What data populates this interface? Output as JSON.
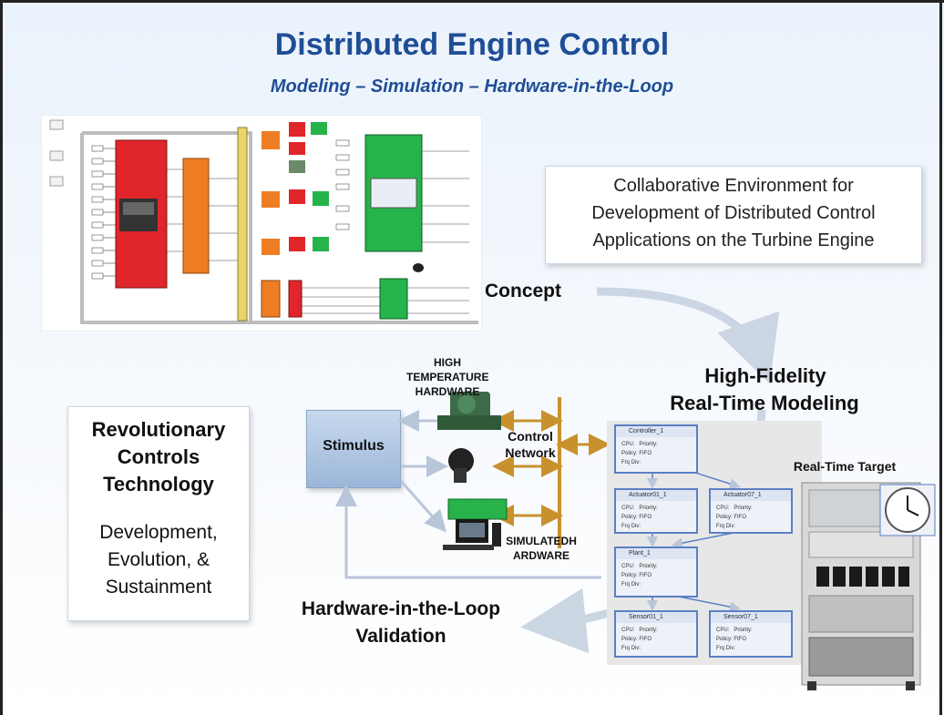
{
  "title": "Distributed Engine Control",
  "subtitle": "Modeling – Simulation – Hardware-in-the-Loop",
  "collab_box": {
    "lines": [
      "Collaborative Environment for",
      "Development of Distributed Control",
      "Applications on the Turbine Engine"
    ]
  },
  "labels": {
    "concept": "Concept",
    "hifi_line1": "High-Fidelity",
    "hifi_line2": "Real-Time Modeling",
    "high_temp_line1": "HIGH",
    "high_temp_line2": "TEMPERATURE",
    "high_temp_line3": "HARDWARE",
    "stimulus": "Stimulus",
    "control_network_line1": "Control",
    "control_network_line2": "Network",
    "simulated_line1": "SIMULATEDH",
    "simulated_line2": "ARDWARE",
    "real_time_target": "Real-Time Target",
    "hil_line1": "Hardware-in-the-Loop",
    "hil_line2": "Validation"
  },
  "revo_box": {
    "heading": [
      "Revolutionary",
      "Controls",
      "Technology"
    ],
    "sub": [
      "Development,",
      "Evolution, &",
      "Sustainment"
    ]
  },
  "tasks": [
    {
      "name": "Controller_1"
    },
    {
      "name": "Actuator01_1"
    },
    {
      "name": "Actuator07_1"
    },
    {
      "name": "Plant_1"
    },
    {
      "name": "Sensor01_1"
    },
    {
      "name": "Sensor07_1"
    }
  ],
  "task_fields": {
    "cpu": "CPU:",
    "priority": "Priority:",
    "policy": "Policy:",
    "policy_value": "FIFO",
    "freq": "Frq Div:"
  },
  "colors": {
    "title": "#1f4e96",
    "sim_red": "#e0262b",
    "sim_orange": "#ee7d24",
    "sim_green": "#26b34a",
    "network": "#c8912e",
    "accent_blue": "#5b7fc4"
  }
}
